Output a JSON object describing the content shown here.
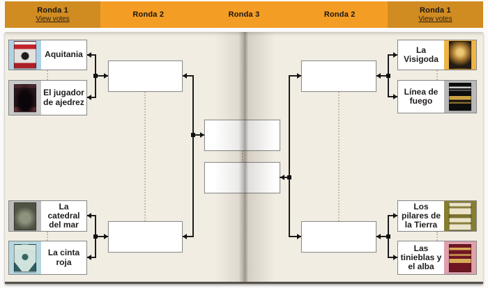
{
  "header": {
    "columns": [
      {
        "label": "Ronda 1",
        "link": "View votes",
        "variant": "dark"
      },
      {
        "label": "Ronda 2",
        "variant": "light"
      },
      {
        "label": "Ronda 3",
        "variant": "light"
      },
      {
        "label": "Ronda 2",
        "variant": "light"
      },
      {
        "label": "Ronda 1",
        "link": "View votes",
        "variant": "dark"
      }
    ],
    "colors": {
      "dark": "#d08b21",
      "light": "#f49d25"
    }
  },
  "page": {
    "bg": "#f2ede3"
  },
  "bracket": {
    "left": [
      {
        "title": "Aquitania",
        "cover_bg": "#aed3e5"
      },
      {
        "title": "El jugador de ajedrez",
        "cover_bg": "#c9c9c9"
      },
      {
        "title": "La catedral del mar",
        "cover_bg": "#bdbdbd"
      },
      {
        "title": "La cinta roja",
        "cover_bg": "#b5d8e0"
      }
    ],
    "right": [
      {
        "title": "La Visigoda",
        "cover_bg": "#efb445"
      },
      {
        "title": "Línea de fuego",
        "cover_bg": "#b9b9b9"
      },
      {
        "title": "Los pilares de la Tierra",
        "cover_bg": "#877e2e"
      },
      {
        "title": "Las tinieblas y el alba",
        "cover_bg": "#dfa0ac"
      }
    ]
  }
}
